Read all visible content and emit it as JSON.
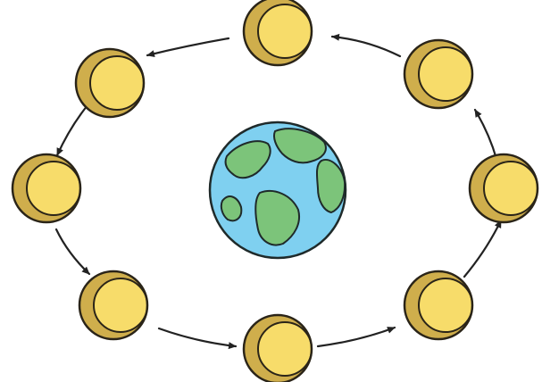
{
  "diagram": {
    "earth": {
      "ocean_color": "#7fd0f0",
      "land_color": "#7cc47a",
      "outline_color": "#1f2a2a"
    },
    "moon": {
      "count": 8,
      "lit_color": "#f7dc6a",
      "shadow_color": "#cfae4c",
      "outline_color": "#2a2418"
    },
    "arrows": {
      "count": 8,
      "direction": "counter-clockwise",
      "color": "#222222"
    }
  }
}
